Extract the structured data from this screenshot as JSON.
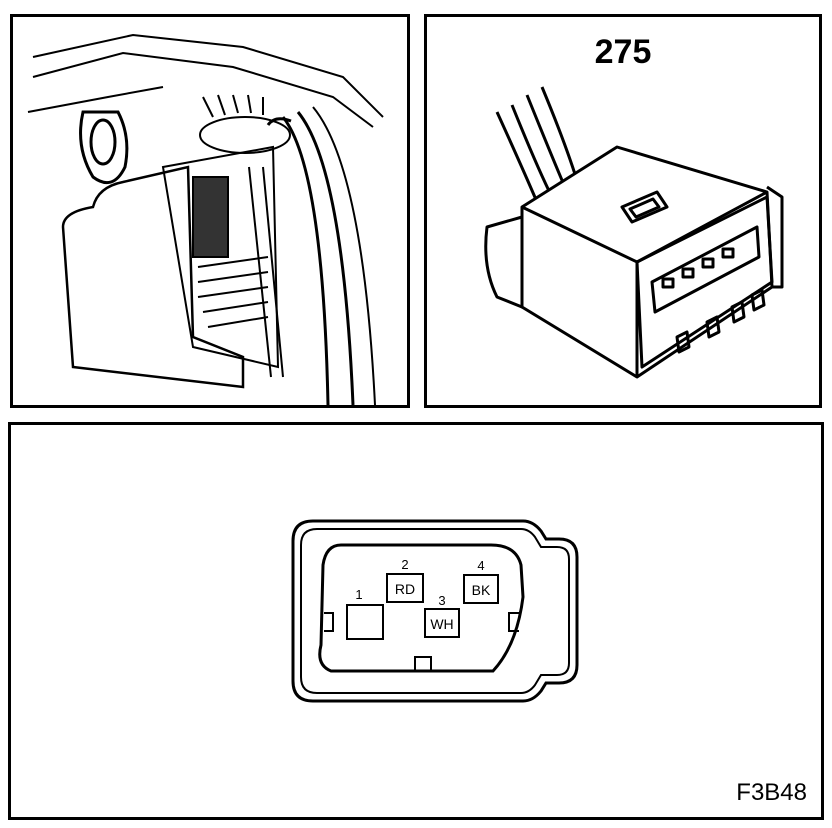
{
  "connector_number": "275",
  "figure_code": "F3B48",
  "pins": [
    {
      "number": "1",
      "color": ""
    },
    {
      "number": "2",
      "color": "RD"
    },
    {
      "number": "3",
      "color": "WH"
    },
    {
      "number": "4",
      "color": "BK"
    }
  ]
}
